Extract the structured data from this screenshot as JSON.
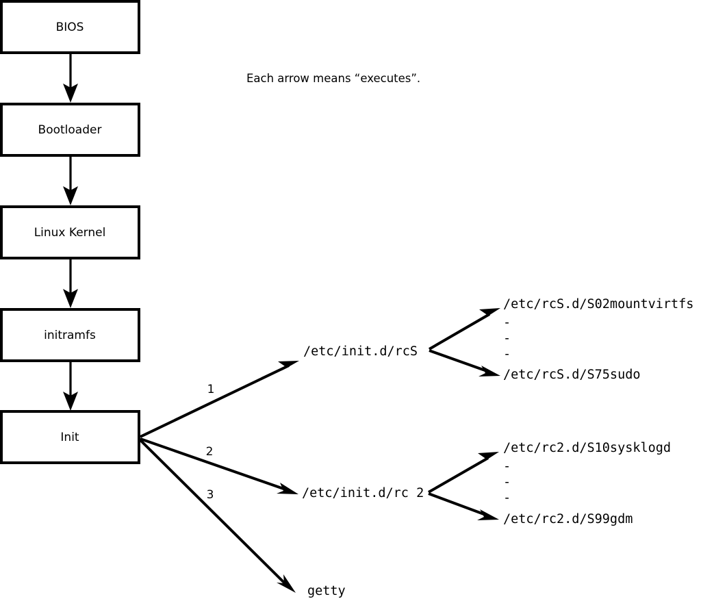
{
  "caption": {
    "text": "Each arrow means “executes”."
  },
  "boot_chain": {
    "nodes": [
      {
        "id": "bios",
        "label": "BIOS"
      },
      {
        "id": "bootloader",
        "label": "Bootloader"
      },
      {
        "id": "kernel",
        "label": "Linux Kernel"
      },
      {
        "id": "initramfs",
        "label": "initramfs"
      },
      {
        "id": "init",
        "label": "Init"
      }
    ]
  },
  "init_branches": [
    {
      "number": "1",
      "label": "/etc/init.d/rcS"
    },
    {
      "number": "2",
      "label": "/etc/init.d/rc 2"
    },
    {
      "number": "3",
      "label": "getty"
    }
  ],
  "rcs_scripts": {
    "first": "/etc/rcS.d/S02mountvirtfs",
    "ellipsis": [
      "-",
      "-",
      "-"
    ],
    "last": "/etc/rcS.d/S75sudo"
  },
  "rc2_scripts": {
    "first": "/etc/rc2.d/S10sysklogd",
    "ellipsis": [
      "-",
      "-",
      "-"
    ],
    "last": "/etc/rc2.d/S99gdm"
  },
  "colors": {
    "background": "#ffffff",
    "stroke": "#000000",
    "text": "#000000"
  }
}
